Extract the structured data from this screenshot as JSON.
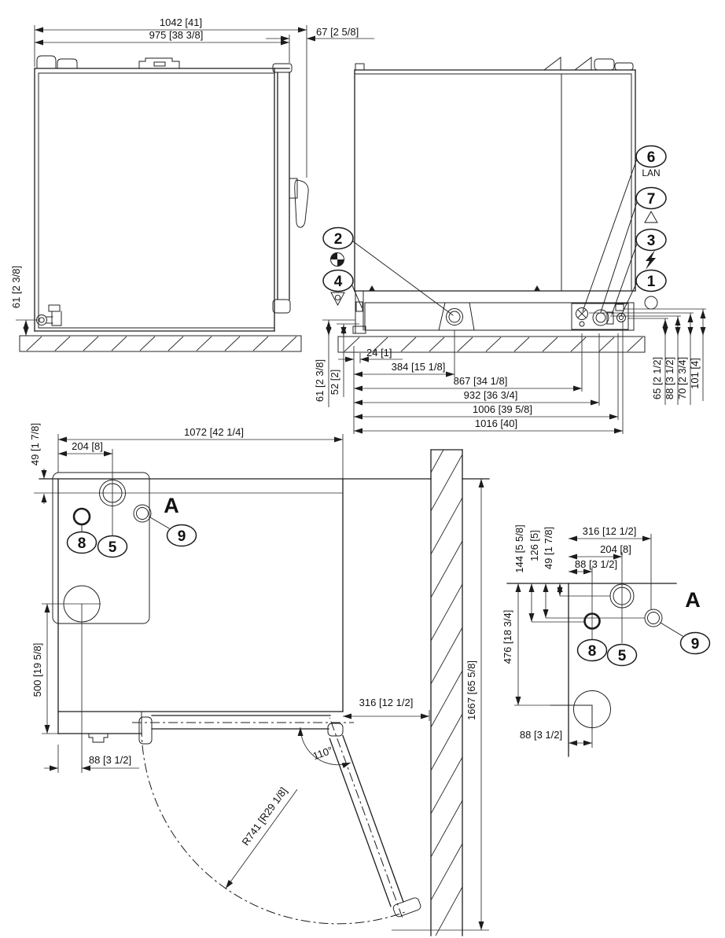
{
  "side_view": {
    "dims": {
      "overall_depth": "1042 [41]",
      "body_depth": "975 [38 3/8]",
      "handle_depth": "67 [2 5/8]",
      "inlet_height": "61 [2 3/8]"
    }
  },
  "rear_view": {
    "dims": {
      "x24": "24 [1]",
      "x384": "384 [15 1/8]",
      "x867": "867 [34 1/8]",
      "x932": "932 [36 3/4]",
      "x1006": "1006 [39 5/8]",
      "x1016": "1016 [40]",
      "y61": "61 [2 3/8]",
      "y52": "52 [2]",
      "y65": "65 [2 1/2]",
      "y70": "70 [2 3/4]",
      "y88": "88 [3 1/2]",
      "y101": "101 [4]"
    }
  },
  "plan_view": {
    "dims": {
      "x1072": "1072 [42 1/4]",
      "x204": "204 [8]",
      "y49": "49 [1 7/8]",
      "y500": "500 [19 5/8]",
      "x88": "88 [3 1/2]",
      "x316": "316 [12 1/2]",
      "y1667": "1667 [65 5/8]",
      "angle": "110°",
      "radius": "R741 [R29 1/8]"
    },
    "detail_label": "A"
  },
  "detail_view": {
    "label": "A",
    "dims": {
      "x316": "316 [12 1/2]",
      "x204": "204 [8]",
      "x88": "88 [3 1/2]",
      "y144": "144 [5 5/8]",
      "y126": "126 [5]",
      "y49": "49 [1 7/8]",
      "y476": "476 [18 3/4]",
      "x88b": "88 [3 1/2]"
    }
  },
  "callouts": {
    "n1": "1",
    "n2": "2",
    "n3": "3",
    "n4": "4",
    "n5": "5",
    "n6": "6",
    "n7": "7",
    "n8": "8",
    "n9": "9",
    "lan": "LAN"
  }
}
